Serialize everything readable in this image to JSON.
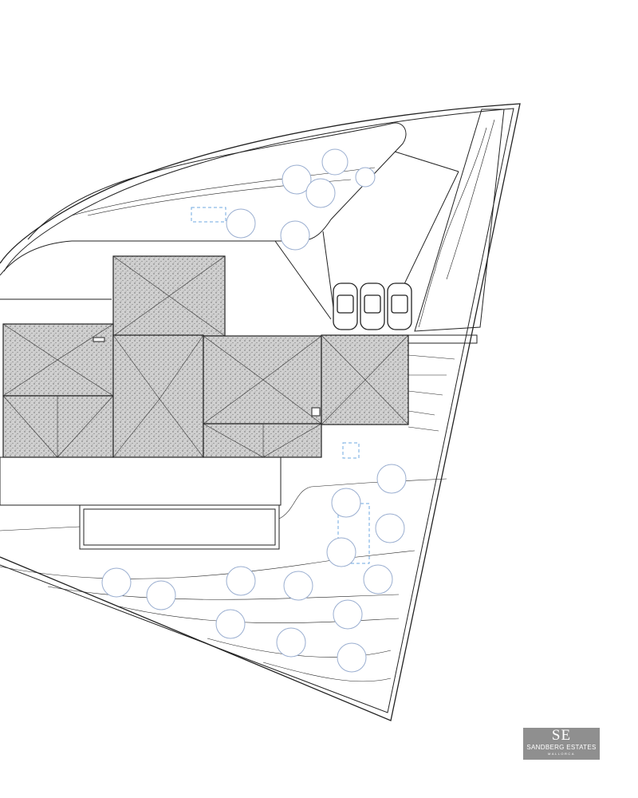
{
  "plan": {
    "line_color": "#222222",
    "roof_fill": "#c8c8c8",
    "tree_color": "#9aaed0",
    "dashed_color": "#6fa8e0",
    "car_count": 3
  },
  "logo": {
    "monogram": "SE",
    "name": "SANDBERG ESTATES",
    "location": "MALLORCA",
    "background": "#8f8f8f"
  }
}
